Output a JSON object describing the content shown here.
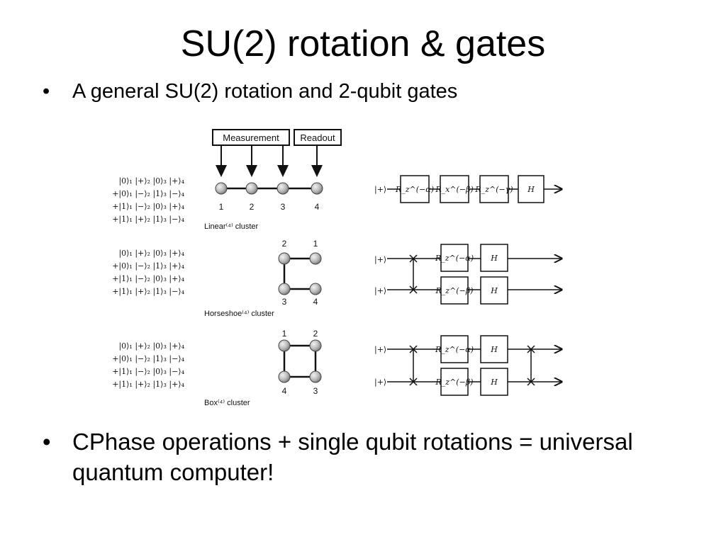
{
  "slide": {
    "title": "SU(2) rotation & gates",
    "bullets": [
      {
        "marker": "•",
        "text": "A general SU(2) rotation and 2-qubit gates"
      },
      {
        "marker": "•",
        "text": "CPhase operations + single qubit rotations = universal quantum computer!"
      }
    ]
  },
  "figure": {
    "top_labels": {
      "measurement": "Measurement",
      "readout": "Readout"
    },
    "linear": {
      "states": [
        "|0⟩₁ |+⟩₂ |0⟩₃ |+⟩₄",
        "+|0⟩₁ |−⟩₂ |1⟩₃ |−⟩₄",
        "+|1⟩₁ |−⟩₂ |0⟩₃ |+⟩₄",
        "+|1⟩₁ |+⟩₂ |1⟩₃ |−⟩₄"
      ],
      "node_numbers": [
        "1",
        "2",
        "3",
        "4"
      ],
      "caption": "Linear⁽⁴⁾ cluster",
      "circuit": {
        "input": "|+⟩",
        "gates": [
          "R_z^(−α)",
          "R_x^(−β)",
          "R_z^(−γ)",
          "H"
        ]
      }
    },
    "horseshoe": {
      "states": [
        "|0⟩₁ |+⟩₂ |0⟩₃ |+⟩₄",
        "+|0⟩₁ |−⟩₂ |1⟩₃ |+⟩₄",
        "+|1⟩₁ |−⟩₂ |0⟩₃ |+⟩₄",
        "+|1⟩₁ |+⟩₂ |1⟩₃ |−⟩₄"
      ],
      "node_numbers": [
        "2",
        "1",
        "3",
        "4"
      ],
      "caption": "Horseshoe⁽⁴⁾ cluster",
      "circuit": {
        "inputs": [
          "|+⟩",
          "|+⟩"
        ],
        "rotations": [
          "R_z^(−α)",
          "R_z^(−β)"
        ],
        "hadamards": [
          "H",
          "H"
        ]
      }
    },
    "box": {
      "states": [
        "|0⟩₁ |+⟩₂ |0⟩₃ |+⟩₄",
        "+|0⟩₁ |−⟩₂ |1⟩₃ |−⟩₄",
        "+|1⟩₁ |−⟩₂ |0⟩₃ |−⟩₄",
        "+|1⟩₁ |+⟩₂ |1⟩₃ |+⟩₄"
      ],
      "node_numbers": [
        "1",
        "2",
        "4",
        "3"
      ],
      "caption": "Box⁽⁴⁾ cluster",
      "circuit": {
        "inputs": [
          "|+⟩",
          "|+⟩"
        ],
        "rotations": [
          "R_z^(−α)",
          "R_z^(−β)"
        ],
        "hadamards": [
          "H",
          "H"
        ]
      }
    },
    "colors": {
      "node_fill": "#b8b8b8",
      "line": "#111111"
    }
  }
}
